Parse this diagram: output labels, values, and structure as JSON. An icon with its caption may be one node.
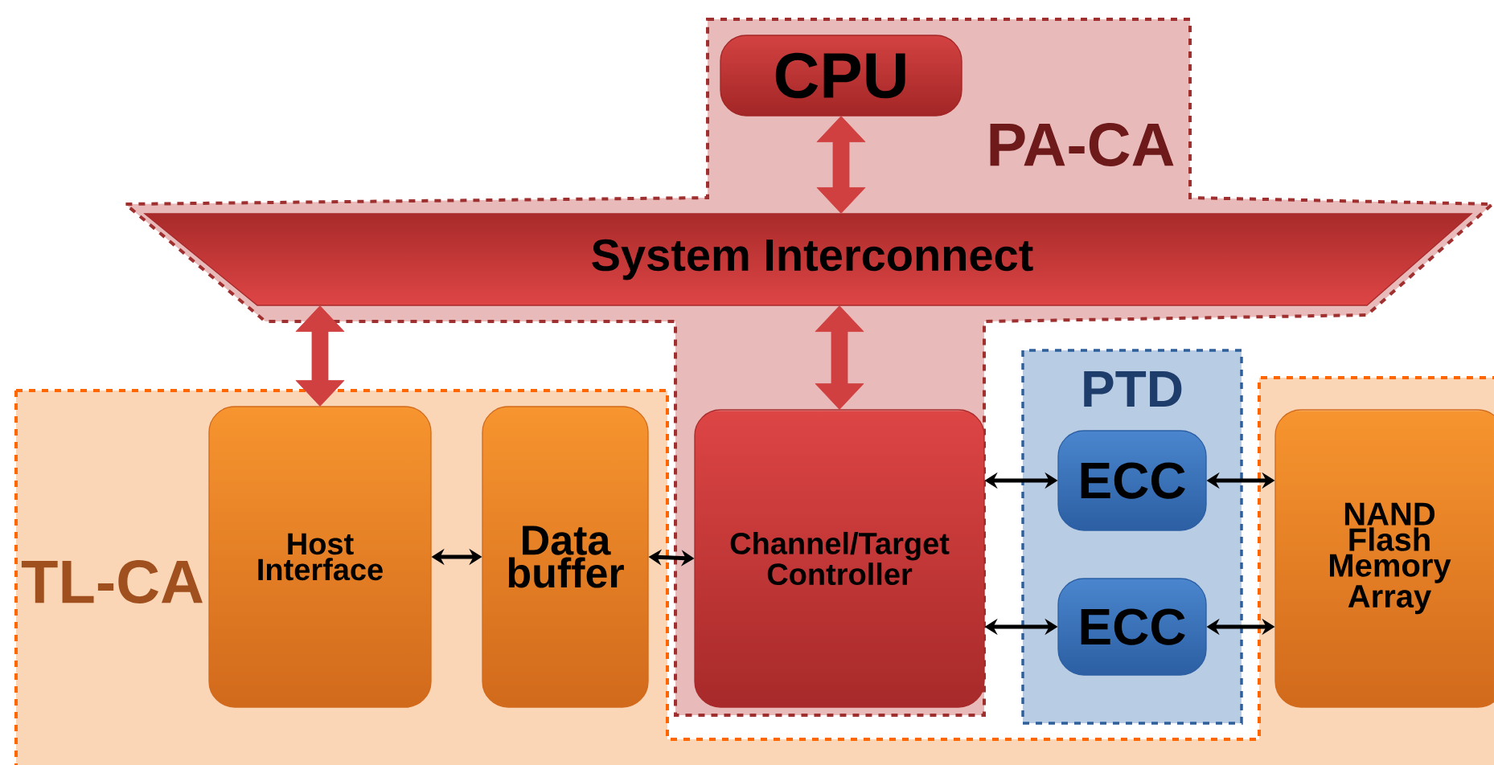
{
  "diagram": {
    "nodes": [
      {
        "text": [
          "PA-CA"
        ]
      },
      {
        "text": [
          "CPU"
        ],
        "in": 0
      },
      {
        "text": [
          "System Interconnect"
        ],
        "in": 0
      },
      {
        "text": [
          "TL-CA"
        ]
      },
      {
        "text": [
          "Host Interface"
        ],
        "in": 3
      },
      {
        "text": [
          "Data buffer"
        ],
        "in": 3
      },
      {
        "text": [
          "Channel/Target Controller"
        ],
        "in": 0
      },
      {
        "text": [
          "PTD"
        ]
      },
      {
        "text": [
          "ECC"
        ],
        "in": 7
      },
      {
        "text": [
          "ECC"
        ],
        "in": 7
      },
      {
        "text": [
          "NAND Flash Memory Array"
        ],
        "in": 3
      }
    ],
    "edges": [
      {
        "from": 1,
        "to": 2,
        "arrow": "both",
        "style": "thick",
        "color": "#d04040"
      },
      {
        "from": 2,
        "to": 4,
        "arrow": "both",
        "style": "thick",
        "color": "#d04040"
      },
      {
        "from": 2,
        "to": 6,
        "arrow": "both",
        "style": "thick",
        "color": "#d04040"
      },
      {
        "from": 4,
        "to": 5,
        "arrow": "both"
      },
      {
        "from": 5,
        "to": 6,
        "arrow": "both"
      },
      {
        "from": 6,
        "to": 8,
        "arrow": "both"
      },
      {
        "from": 6,
        "to": 9,
        "arrow": "both"
      },
      {
        "from": 8,
        "to": 10,
        "arrow": "both"
      },
      {
        "from": 9,
        "to": 10,
        "arrow": "both"
      }
    ]
  }
}
